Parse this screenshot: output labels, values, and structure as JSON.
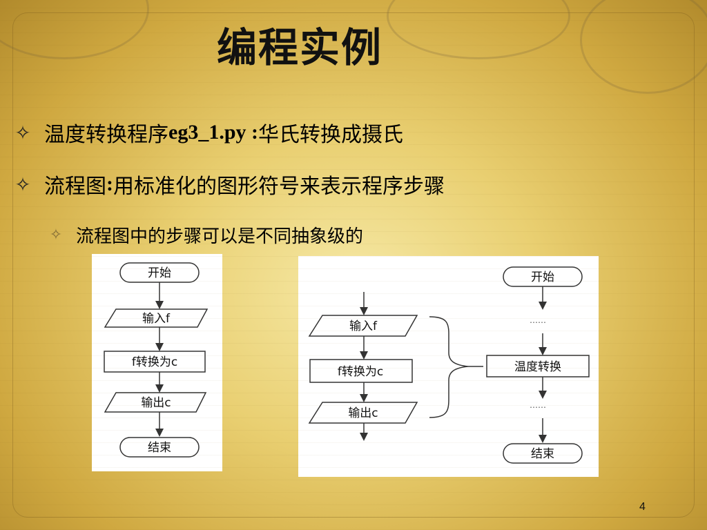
{
  "slide": {
    "title": "编程实例",
    "page_number": "4"
  },
  "bullets": [
    {
      "mark": "✧",
      "text_pre": "温度转换程序",
      "text_code": "eg3_1.py :",
      "text_post": "华氏转换成摄氏"
    },
    {
      "mark": "✧",
      "text_pre": "流程图",
      "text_code": ":",
      "text_post": "用标准化的图形符号来表示程序步骤"
    }
  ],
  "sub_bullet": {
    "mark": "✧",
    "text": "流程图中的步骤可以是不同抽象级的"
  },
  "flowchart_left": {
    "start": "开始",
    "input": "输入f",
    "process": "f转换为c",
    "output": "输出c",
    "end": "结束"
  },
  "flowchart_right": {
    "detail": {
      "input": "输入f",
      "process": "f转换为c",
      "output": "输出c"
    },
    "abstract": {
      "start": "开始",
      "dots_top": "……",
      "process": "温度转换",
      "dots_bottom": "……",
      "end": "结束"
    }
  },
  "colors": {
    "background_center": "#f6e9a6",
    "background_edge": "#b18a2c",
    "diagram_line": "#333333"
  }
}
